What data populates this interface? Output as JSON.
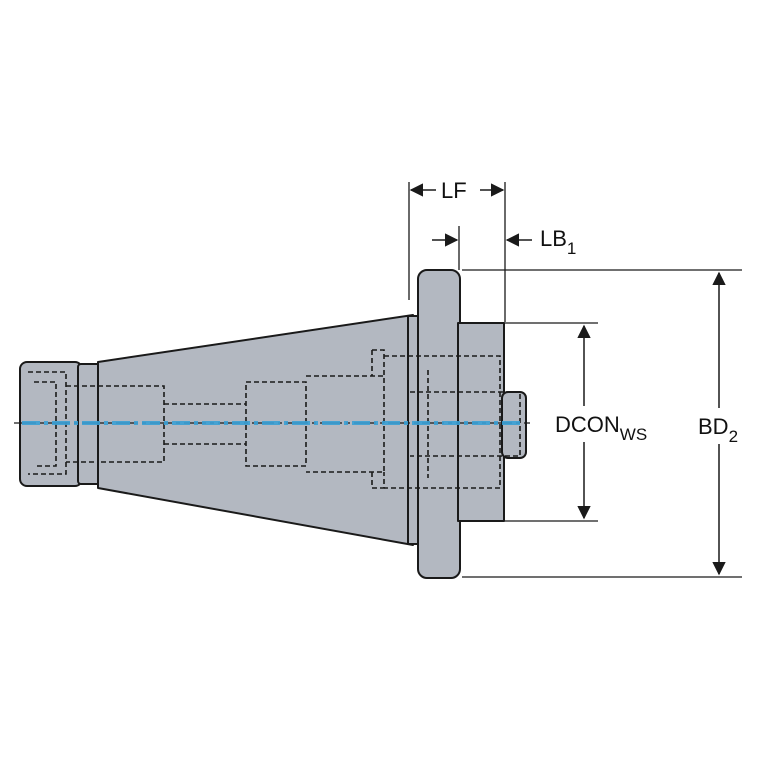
{
  "colors": {
    "body_fill": "#b3b8c1",
    "outline": "#1a1a1a",
    "centerline": "#3aa0d6",
    "background": "#ffffff"
  },
  "dimensions": {
    "lf": {
      "main": "LF",
      "sub": ""
    },
    "lb1": {
      "main": "LB",
      "sub": "1"
    },
    "dcon_ws": {
      "main": "DCON",
      "sub": "WS"
    },
    "bd2": {
      "main": "BD",
      "sub": "2"
    }
  }
}
